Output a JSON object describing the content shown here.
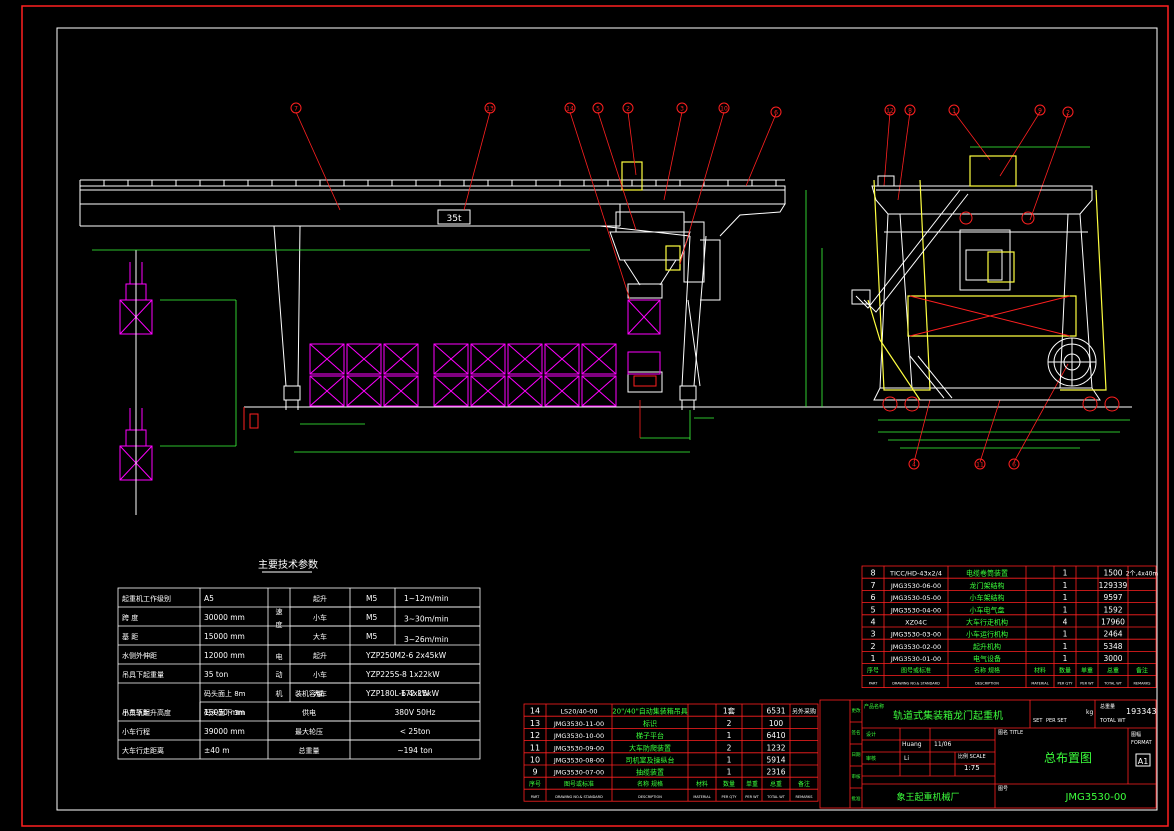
{
  "colors": {
    "background": "#000000",
    "frame": "#ff2020",
    "border": "#ffffff",
    "structure": "#ffffff",
    "containers": "#ff00ff",
    "leaders": "#ff2020",
    "dimensions": "#3cff3c",
    "highlight": "#ffff40",
    "table_grid": "#ff2020",
    "table_text": "#ffffff",
    "table_header_text": "#3cff3c"
  },
  "drawing": {
    "load_tag": "35t",
    "balloons_front": [
      "7",
      "13",
      "14",
      "5",
      "2",
      "3",
      "10",
      "6"
    ],
    "balloons_side": [
      "12",
      "8",
      "1",
      "9",
      "2"
    ],
    "balloons_bottom": [
      "4",
      "11",
      "6"
    ]
  },
  "specs": {
    "title": "主要技术参数",
    "rows_left": [
      {
        "label": "起重机工作级别",
        "value": "A5"
      },
      {
        "label": "跨    度",
        "value": "30000 mm"
      },
      {
        "label": "基    距",
        "value": "15000 mm"
      },
      {
        "label": "水侧外伸距",
        "value": "12000 mm"
      },
      {
        "label": "吊具下起重量",
        "value": "35  ton"
      },
      {
        "label": "吊具下起升高度",
        "value": ""
      },
      {
        "label": "小车轨距",
        "value": "15050 mm"
      },
      {
        "label": "小车行程",
        "value": "39000 mm"
      },
      {
        "label": "大车行走距离",
        "value": "±40 m"
      }
    ],
    "lift_height": [
      {
        "label": "码头面上  8m"
      },
      {
        "label": "码头面下  3m"
      }
    ],
    "group_labels": [
      "速",
      "度",
      "电",
      "动",
      "机"
    ],
    "speed": [
      {
        "item": "起升",
        "grade": "M5",
        "value": "1~12m/min"
      },
      {
        "item": "小车",
        "grade": "M5",
        "value": "3~30m/min"
      },
      {
        "item": "大车",
        "grade": "M5",
        "value": "3~26m/min"
      }
    ],
    "motors": [
      {
        "item": "起升",
        "value": "YZP250M2-6  2x45kW"
      },
      {
        "item": "小车",
        "value": "YZP225S-8  1x22kW"
      },
      {
        "item": "大车",
        "value": "YZP180L-6  4x15kW"
      }
    ],
    "bottom": [
      {
        "label": "装机容量",
        "value": "172 kW"
      },
      {
        "label": "供电",
        "value": "380V 50Hz"
      },
      {
        "label": "最大轮压",
        "value": "< 25ton"
      },
      {
        "label": "总重量",
        "value": "~194 ton"
      }
    ]
  },
  "bom_left": {
    "rows": [
      {
        "no": "14",
        "code": "LS20/40-00",
        "name": "20\"/40\"自动集装箱吊具",
        "qty": "1套",
        "weight": "6531",
        "remark": "另外采购"
      },
      {
        "no": "13",
        "code": "JMG3530-11-00",
        "name": "标识",
        "qty": "2",
        "weight": "100",
        "remark": ""
      },
      {
        "no": "12",
        "code": "JMG3530-10-00",
        "name": "梯子平台",
        "qty": "1",
        "weight": "6410",
        "remark": ""
      },
      {
        "no": "11",
        "code": "JMG3530-09-00",
        "name": "大车防爬装置",
        "qty": "2",
        "weight": "1232",
        "remark": ""
      },
      {
        "no": "10",
        "code": "JMG3530-08-00",
        "name": "司机室及操纵台",
        "qty": "1",
        "weight": "5914",
        "remark": ""
      },
      {
        "no": "9",
        "code": "JMG3530-07-00",
        "name": "抽缆装置",
        "qty": "1",
        "weight": "2316",
        "remark": ""
      }
    ],
    "headers": [
      "序号",
      "图号或标准",
      "名称  规格",
      "材料",
      "数量",
      "单重",
      "总重",
      "备注"
    ],
    "headers_en": [
      "PART",
      "DRAWING NO.& STANDARD",
      "DESCRIPTION",
      "MATERIAL",
      "PER QTY",
      "PER WT",
      "TOTAL WT",
      "REMARKS"
    ]
  },
  "bom_right": {
    "rows": [
      {
        "no": "8",
        "code": "TICC/HD-43x2/4",
        "name": "电缆卷筒装置",
        "qty": "1",
        "weight": "1500",
        "remark": "2个,4x40m"
      },
      {
        "no": "7",
        "code": "JMG3530-06-00",
        "name": "龙门架结构",
        "qty": "1",
        "weight": "129339",
        "remark": ""
      },
      {
        "no": "6",
        "code": "JMG3530-05-00",
        "name": "小车架结构",
        "qty": "1",
        "weight": "9597",
        "remark": ""
      },
      {
        "no": "5",
        "code": "JMG3530-04-00",
        "name": "小车电气盘",
        "qty": "1",
        "weight": "1592",
        "remark": ""
      },
      {
        "no": "4",
        "code": "XZ04C",
        "name": "大车行走机构",
        "qty": "4",
        "weight": "17960",
        "remark": ""
      },
      {
        "no": "3",
        "code": "JMG3530-03-00",
        "name": "小车运行机构",
        "qty": "1",
        "weight": "2464",
        "remark": ""
      },
      {
        "no": "2",
        "code": "JMG3530-02-00",
        "name": "起升机构",
        "qty": "1",
        "weight": "5348",
        "remark": ""
      },
      {
        "no": "1",
        "code": "JMG3530-01-00",
        "name": "电气设备",
        "qty": "1",
        "weight": "3000",
        "remark": ""
      }
    ],
    "headers": [
      "序号",
      "图号或标准",
      "名称  规格",
      "材料",
      "数量",
      "单重",
      "总重",
      "备注"
    ],
    "headers_en": [
      "PART",
      "DRAWING NO.& STANDARD",
      "DESCRIPTION",
      "MATERIAL",
      "PER QTY",
      "PER WT",
      "TOTAL WT",
      "REMARKS"
    ]
  },
  "title_block": {
    "product_name_label": "产品名称",
    "product_name": "轨道式集装箱龙门起重机",
    "set_label": "SET",
    "per_set_label": "PER SET",
    "weight_unit": "kg",
    "total_weight_label": "总重量",
    "total_weight": "193343",
    "total_weight_en": "TOTAL WT",
    "designer_label": "设计",
    "designer": "Huang",
    "date": "11/06",
    "checker_label": "审核",
    "checker": "Li",
    "scale_label": "比例 SCALE",
    "scale": "1:75",
    "drawing_title_label": "图名 TITLE",
    "drawing_title": "总布置图",
    "format_label": "图幅",
    "format_en": "FORMAT",
    "format": "A1",
    "company": "象王起重机械厂",
    "drawing_no_label": "图号",
    "drawing_no": "JMG3530-00",
    "side_labels": [
      "更改",
      "签名",
      "日期",
      "审核",
      "批准"
    ]
  }
}
